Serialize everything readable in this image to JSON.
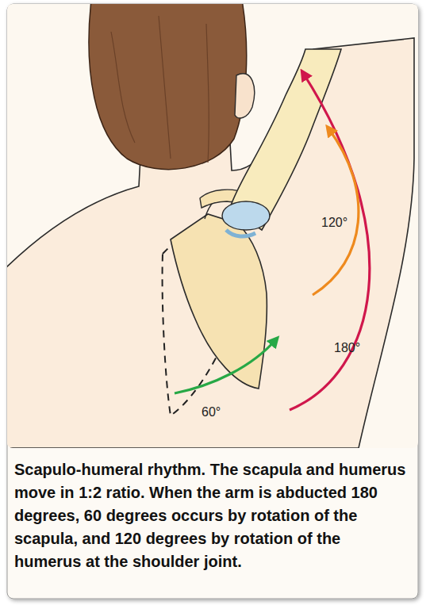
{
  "diagram": {
    "caption": "Scapulo-humeral rhythm. The scapula and humerus move in 1:2 ratio. When the arm is abducted 180 degrees, 60 degrees occurs by rotation of the scapula, and 120 degrees by rotation of the humerus at the shoulder joint.",
    "labels": [
      "120°",
      "180°",
      "60°"
    ]
  }
}
